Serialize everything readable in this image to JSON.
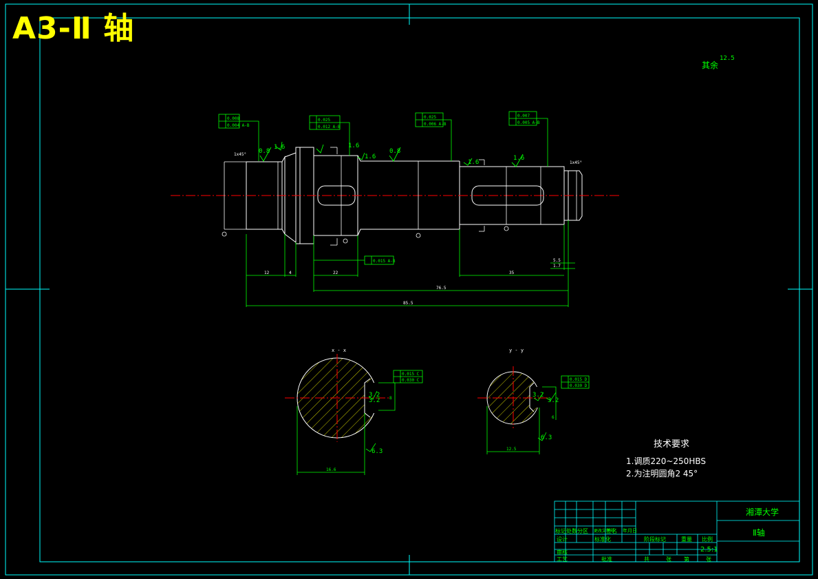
{
  "title": "A3-Ⅱ 轴",
  "roughness_default": {
    "label": "其余",
    "value": "12.5"
  },
  "technical_requirements": {
    "heading": "技术要求",
    "items": [
      "1.调质220~250HBS",
      "2.为注明圆角2 45°"
    ]
  },
  "title_block": {
    "university": "湘潭大学",
    "part_name": "Ⅱ轴",
    "scale": "2.5:1",
    "fields": {
      "mark": "标记",
      "count": "处数",
      "zone": "分区",
      "change_doc": "更改文件号",
      "signature": "签名",
      "date": "年月日",
      "design": "设计",
      "standardization": "标准化",
      "review": "审核",
      "process": "工艺",
      "approve": "批准",
      "stage_mark": "阶段标记",
      "weight": "重量",
      "scale_label": "比例",
      "sheets_total": "共",
      "sheet_of": "第",
      "sheet_unit": "张"
    }
  },
  "section_labels": {
    "left": "x - x",
    "right": "y - y"
  },
  "colors": {
    "frame": "#00ffff",
    "outline": "#ffffff",
    "dimension": "#00ff00",
    "centerline": "#ff0000",
    "title": "#ffff00",
    "hatch": "#ffff00"
  },
  "roughness_marks": [
    "0.8",
    "1.6",
    "1.6",
    "1.6",
    "0.8",
    "1.6",
    "1.6",
    "3.2",
    "3.2",
    "6.3",
    "3.2",
    "3.2",
    "6.3"
  ],
  "dimensions": {
    "shaft_length_total": "85.5",
    "shaft_length_mid": "76.5",
    "seg_1": "12",
    "seg_2": "4",
    "keyway_len": "22",
    "seg_right": "35",
    "chamfer_left": "1x45°",
    "chamfer_right": "1x45°",
    "small_1": "5.5",
    "small_2": "1.7",
    "key_depth_left": "16.6",
    "key_width_left": "8",
    "key_depth_right": "12.5",
    "key_width_right": "6"
  },
  "tolerances": {
    "frame_1": [
      "0.008",
      "0.004 A-B"
    ],
    "frame_2": [
      "0.025",
      "0.012 A-B"
    ],
    "frame_3": [
      "0.025",
      "0.006 A-B"
    ],
    "frame_4": [
      "0.007",
      "0.005 A-B"
    ],
    "frame_5": [
      "0.015 A-B"
    ],
    "frame_6": [
      "0.015 C",
      "0.030 C"
    ],
    "frame_7": [
      "0.015 D",
      "0.030 D"
    ]
  }
}
